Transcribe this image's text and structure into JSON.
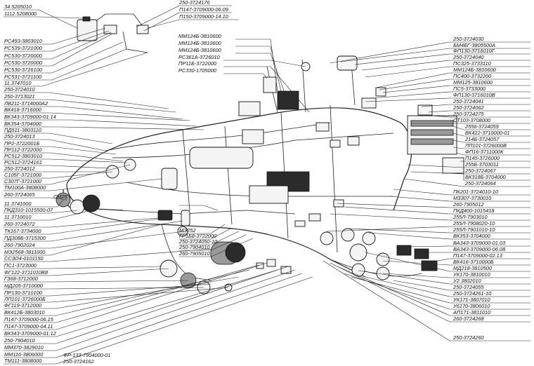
{
  "callouts": {
    "left": [
      "34.5205010",
      "1112.5208000",
      "РС493-3803010",
      "РС539-3721000",
      "РС530-3720000",
      "РС530-3720000",
      "РС530-3726100",
      "РС531-3721100",
      "11.3747010",
      "250-3724010",
      "250-3713021",
      "ЛВ211-3714000А2",
      "ВК418-3716000",
      "ВК343-3709000-01.14",
      "ВК354-3704000",
      "ПД511-3803110",
      "250-3724013",
      "ПР2-3722001Б",
      "ПР112-3722000",
      "РС512-3803010",
      "РС512-3724161",
      "250-3724012",
      "С105Г-3721000",
      "С307Г-3721000",
      "ТМ100А-3808000",
      "260-3724065",
      "11.3741000",
      "ПКД310-1015500-07",
      "11.3710010",
      "260-3724072",
      "ТК167-3734000",
      "ПД308Б-3715300",
      "260-7902024",
      "МЭ2568-3811000",
      "ССЗО4-0101150",
      "ПС1-3723000",
      "ФГ122-3711010В8",
      "ГЗ68-3712000",
      "МД205-3710000",
      "ПР130-3710100",
      "ЛП101-3726000Б",
      "ФГ119-3712000",
      "ВК412Б-3803010",
      "П147-3709000-06.15",
      "П147-3709000-04.11",
      "ВК343-3709000-01.12",
      "250-7904010",
      "ММ370-3829010",
      "ММ116-3806000",
      "ТМ111-3808000",
      "ФР-133-7904000-01",
      "250-3724162"
    ],
    "top": [
      "250-3724176",
      "П147-3709000-06.09",
      "П150-3709000-14.10"
    ],
    "center": [
      "ММ124Б-3810600",
      "ММ124Б-3810600",
      "ММ124Б-3810600",
      "РС361А-3726010",
      "ПР11Б-3722000",
      "РС330-1705000",
      "СМ25",
      "МЭ252",
      "ГР1Б8-3722000",
      "250-3724050-10",
      "250-7904010",
      "260-7905010"
    ],
    "right": [
      "250-3724030",
      "БМ4БГ-3805500А",
      "ФП130-3716010Г",
      "250-3724040",
      "ПС325-3733110",
      "ММ124Б-3810600",
      "ПС400-3732200",
      "ММ125-3810600",
      "ПС5-3733000",
      "ФП130-3716010В",
      "250-3724041",
      "250-3724062",
      "250-3724275",
      "СТ103-3708000",
      "2556-3724059",
      "ВК422-3710000-01",
      "214Б-3724057",
      "ЛП101-3726000В",
      "ФП16-3711000К",
      "П145-3726000",
      "255Б-3703011",
      "250-3724067",
      "ВК318Б-3704000",
      "250-3724064",
      "ПК201-3724010-10",
      "МЗ307-3730010",
      "260-7905012",
      "ПКД400-1015418",
      "255Л-7903010",
      "255Л-7908020-10",
      "255Л-7901010-10",
      "ВК353-3704000",
      "ВА343-3709000-01.03",
      "ВА343-3709000-06.08",
      "П147-3709000-02.13",
      "ВК416-3710000Б",
      "МД218-3810500",
      "УК170-3810010",
      "У2.3802010",
      "250-3724055",
      "250-3724261-10",
      "УК171-3807010",
      "У6170-3806010",
      "АП171-3811010",
      "260-3724268",
      "250-3724260"
    ]
  }
}
